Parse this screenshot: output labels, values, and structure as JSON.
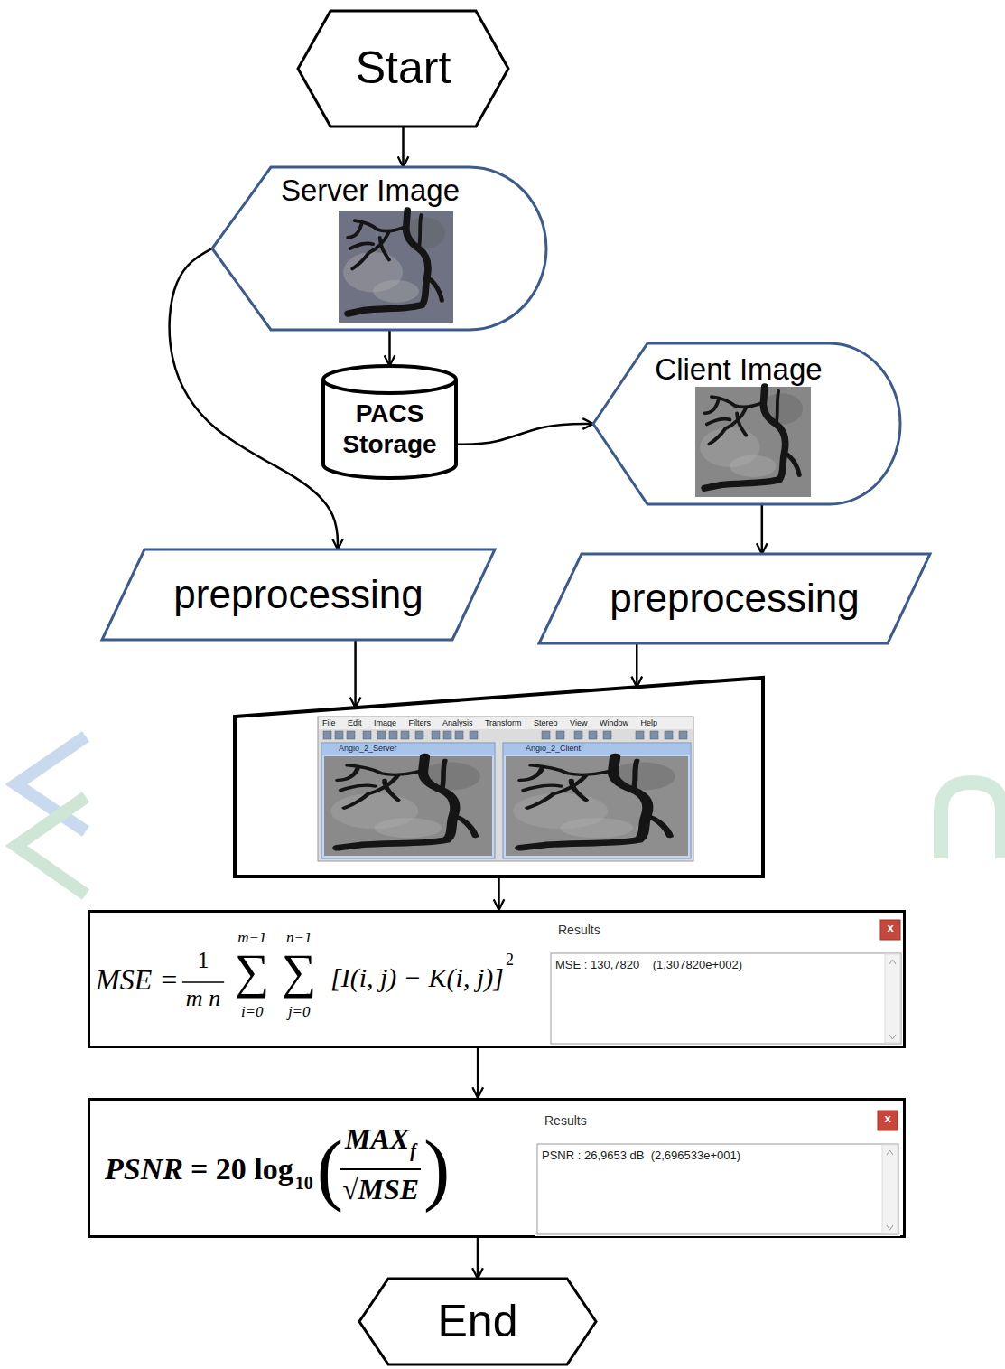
{
  "diagram": {
    "nodes": [
      {
        "text": [
          "Start"
        ]
      },
      {
        "text": [
          "Server Image"
        ]
      },
      {
        "text": [
          "PACS Storage"
        ]
      },
      {
        "text": [
          "Client Image"
        ]
      },
      {
        "text": [
          "preprocessing"
        ]
      },
      {
        "text": [
          "preprocessing"
        ]
      },
      {
        "text": [
          "File Edit Image Filters Analysis Transform Stereo View Window Help",
          "Angio_2_Server",
          "Angio_2_Client"
        ]
      },
      {
        "text": [
          "MSE =",
          "1",
          "m n",
          "m−1",
          "∑",
          "i=0",
          "n−1",
          "∑",
          "j=0",
          "[I(i, j) − K(i, j)]",
          "2"
        ]
      },
      {
        "text": [
          "Results",
          "x",
          "MSE : 130,7820    (1,307820e+002)"
        ],
        "in": 7
      },
      {
        "text": [
          "PSNR",
          "= 20 log",
          "10",
          "(",
          "MAX",
          "f",
          "√MSE",
          ")"
        ]
      },
      {
        "text": [
          "Results",
          "x",
          "PSNR : 26,9653 dB  (2,696533e+001)"
        ],
        "in": 9
      },
      {
        "text": [
          "End"
        ]
      }
    ],
    "edges": [
      {
        "from": 0,
        "to": 1,
        "arrow": "to"
      },
      {
        "from": 1,
        "to": 2,
        "arrow": "to"
      },
      {
        "from": 2,
        "to": 3,
        "arrow": "to"
      },
      {
        "from": 1,
        "to": 4,
        "arrow": "to"
      },
      {
        "from": 3,
        "to": 5,
        "arrow": "to"
      },
      {
        "from": 4,
        "to": 6,
        "arrow": "to"
      },
      {
        "from": 5,
        "to": 6,
        "arrow": "to"
      },
      {
        "from": 6,
        "to": 7,
        "arrow": "to"
      },
      {
        "from": 7,
        "to": 9,
        "arrow": "to"
      },
      {
        "from": 9,
        "to": 11,
        "arrow": "to"
      }
    ]
  }
}
